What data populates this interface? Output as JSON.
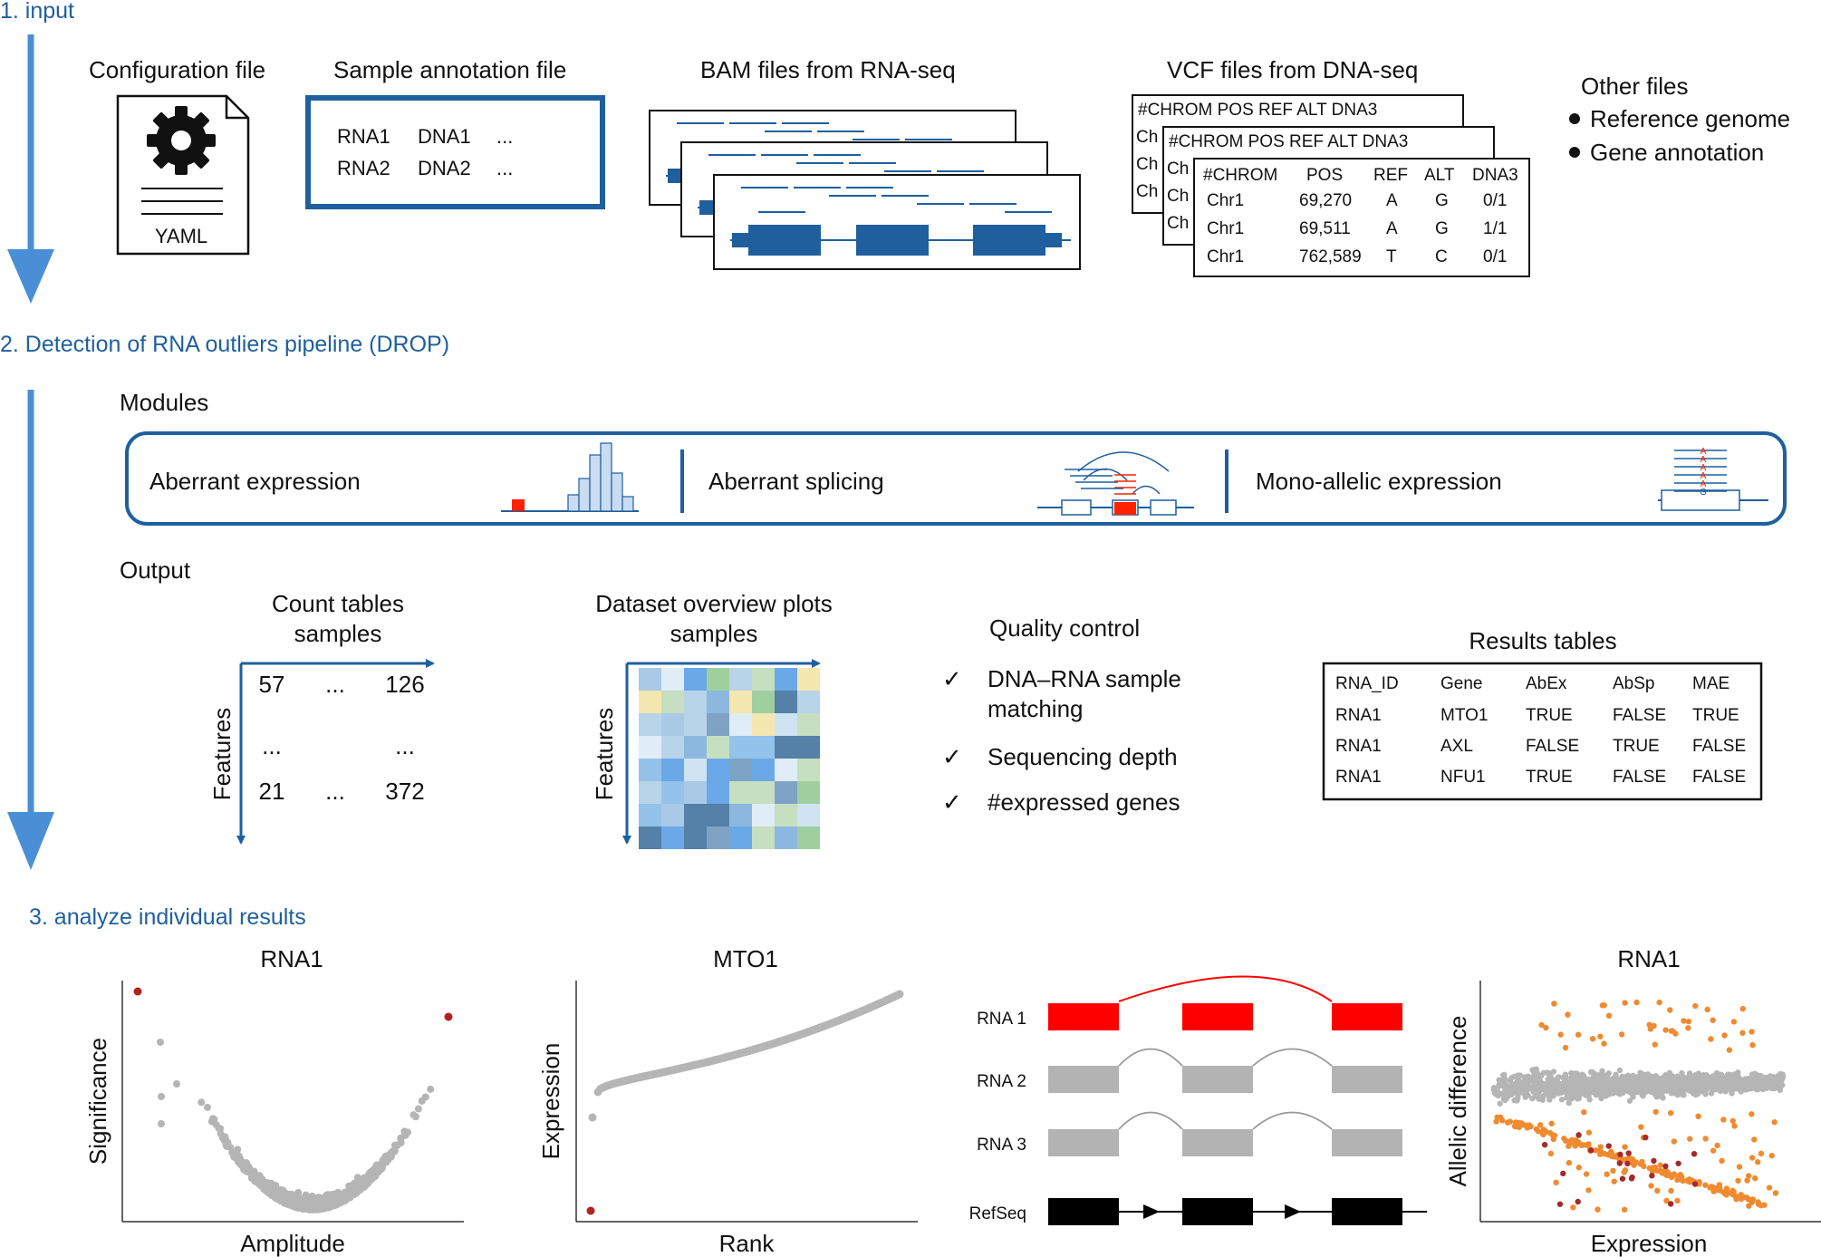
{
  "sections": {
    "input": "1. input",
    "pipeline": "2. Detection of RNA outliers pipeline (DROP)",
    "analyze": "3. analyze individual results"
  },
  "input": {
    "config_title": "Configuration file",
    "config_icon": "gear-icon",
    "config_format": "YAML",
    "annotation_title": "Sample annotation file",
    "annotation_rows": [
      [
        "RNA1",
        "DNA1",
        "..."
      ],
      [
        "RNA2",
        "DNA2",
        "..."
      ]
    ],
    "bam_title": "BAM files from RNA-seq",
    "vcf_title": "VCF files from DNA-seq",
    "vcf_back_header": "#CHROM POS       REF   ALT   DNA3",
    "vcf_back_stub": "Ch",
    "vcf_columns": [
      "#CHROM",
      "POS",
      "REF",
      "ALT",
      "DNA3"
    ],
    "vcf_rows": [
      [
        "Chr1",
        "69,270",
        "A",
        "G",
        "0/1"
      ],
      [
        "Chr1",
        "69,511",
        "A",
        "G",
        "1/1"
      ],
      [
        "Chr1",
        "762,589",
        "T",
        "C",
        "0/1"
      ]
    ],
    "other_title": "Other files",
    "other_items": [
      "Reference genome",
      "Gene annotation"
    ]
  },
  "pipeline": {
    "modules_label": "Modules",
    "modules": [
      "Aberrant expression",
      "Aberrant splicing",
      "Mono-allelic expression"
    ],
    "mae_alleles": [
      "A",
      "A",
      "A",
      "A",
      "A",
      "G"
    ],
    "output_label": "Output",
    "count_title_1": "Count tables",
    "count_title_2": "samples",
    "count_axis": "Features",
    "count_cells": [
      [
        "57",
        "...",
        "126"
      ],
      [
        "...",
        "",
        "..."
      ],
      [
        "21",
        "...",
        "372"
      ]
    ],
    "overview_title_1": "Dataset overview plots",
    "overview_title_2": "samples",
    "overview_axis": "Features",
    "qc_title": "Quality control",
    "qc_check": "✓",
    "qc_items": [
      "DNA–RNA sample",
      "matching",
      "Sequencing depth",
      "#expressed genes"
    ],
    "results_title": "Results tables",
    "results_columns": [
      "RNA_ID",
      "Gene",
      "AbEx",
      "AbSp",
      "MAE"
    ],
    "results_rows": [
      [
        "RNA1",
        "MTO1",
        "TRUE",
        "FALSE",
        "TRUE"
      ],
      [
        "RNA1",
        "AXL",
        "FALSE",
        "TRUE",
        "FALSE"
      ],
      [
        "RNA1",
        "NFU1",
        "TRUE",
        "FALSE",
        "FALSE"
      ]
    ]
  },
  "analyze": {
    "volcano_title": "RNA1",
    "volcano_xlabel": "Amplitude",
    "volcano_ylabel": "Significance",
    "rank_title": "MTO1",
    "rank_xlabel": "Rank",
    "rank_ylabel": "Expression",
    "splice_tracks": [
      "RNA 1",
      "RNA 2",
      "RNA 3",
      "RefSeq"
    ],
    "mae_title": "RNA1",
    "mae_xlabel": "Expression",
    "mae_ylabel": "Allelic difference"
  },
  "colors": {
    "accent_blue": "#1f5f9e",
    "arrow_blue": "#4a8fd6",
    "outlier_red": "#b22222",
    "splice_red": "#ff0000",
    "point_gray": "#b5b5b5",
    "mae_orange": "#f08a30",
    "mae_darkred": "#a52a2a"
  }
}
